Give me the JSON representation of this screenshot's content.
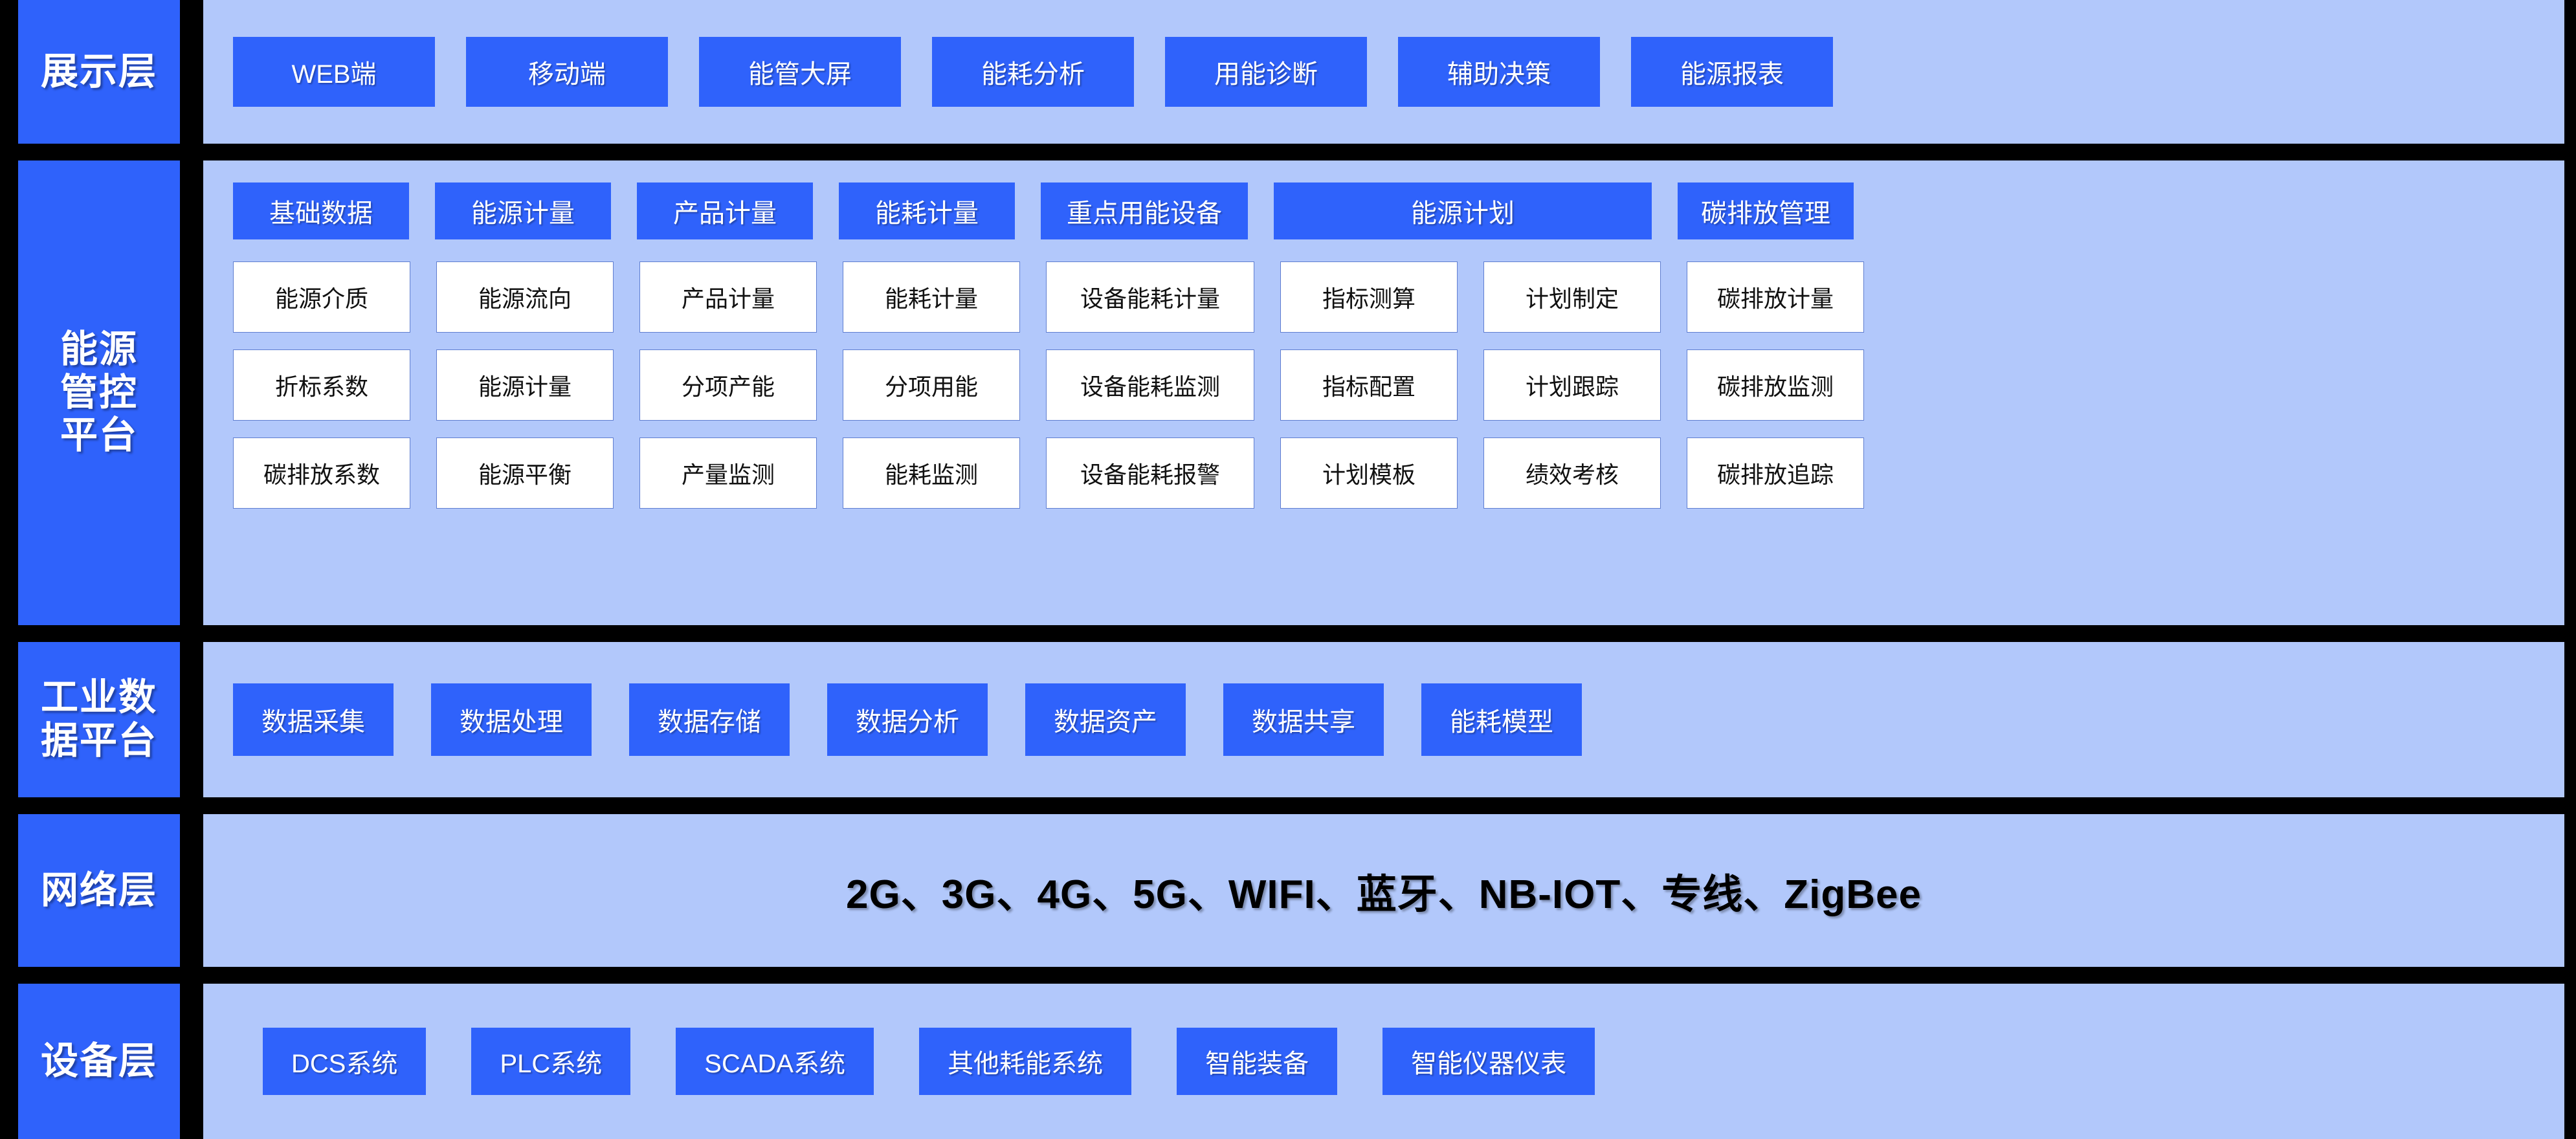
{
  "layers": {
    "presentation": {
      "label": "展示层",
      "items": [
        {
          "label": "WEB端"
        },
        {
          "label": "移动端"
        },
        {
          "label": "能管大屏"
        },
        {
          "label": "能耗分析"
        },
        {
          "label": "用能诊断"
        },
        {
          "label": "辅助决策"
        },
        {
          "label": "能源报表"
        }
      ]
    },
    "energy": {
      "label": "能源\n管控\n平台",
      "label_lines": [
        "能源",
        "管控",
        "平台"
      ],
      "headers": [
        {
          "label": "基础数据"
        },
        {
          "label": "能源计量"
        },
        {
          "label": "产品计量"
        },
        {
          "label": "能耗计量"
        },
        {
          "label": "重点用能设备"
        },
        {
          "label": "能源计划"
        },
        {
          "label": "碳排放管理"
        }
      ],
      "columns": [
        {
          "header": "基础数据",
          "cells": [
            "能源介质",
            "折标系数",
            "碳排放系数"
          ]
        },
        {
          "header": "能源计量",
          "cells": [
            "能源流向",
            "能源计量",
            "能源平衡"
          ]
        },
        {
          "header": "产品计量",
          "cells": [
            "产品计量",
            "分项产能",
            "产量监测"
          ]
        },
        {
          "header": "能耗计量",
          "cells": [
            "能耗计量",
            "分项用能",
            "能耗监测"
          ]
        },
        {
          "header": "重点用能设备",
          "cells": [
            "设备能耗计量",
            "设备能耗监测",
            "设备能耗报警"
          ]
        },
        {
          "header": "能源计划",
          "cells": [
            "指标测算",
            "指标配置",
            "计划模板"
          ]
        },
        {
          "header": "能源计划",
          "cells": [
            "计划制定",
            "计划跟踪",
            "绩效考核"
          ]
        },
        {
          "header": "碳排放管理",
          "cells": [
            "碳排放计量",
            "碳排放监测",
            "碳排放追踪"
          ]
        }
      ]
    },
    "industrial": {
      "label": "工业数\n据平台",
      "label_lines": [
        "工业数",
        "据平台"
      ],
      "items": [
        {
          "label": "数据采集"
        },
        {
          "label": "数据处理"
        },
        {
          "label": "数据存储"
        },
        {
          "label": "数据分析"
        },
        {
          "label": "数据资产"
        },
        {
          "label": "数据共享"
        },
        {
          "label": "能耗模型"
        }
      ]
    },
    "network": {
      "label": "网络层",
      "text": "2G、3G、4G、5G、WIFI、蓝牙、NB-IOT、专线、ZigBee"
    },
    "device": {
      "label": "设备层",
      "items": [
        {
          "label": "DCS系统"
        },
        {
          "label": "PLC系统"
        },
        {
          "label": "SCADA系统"
        },
        {
          "label": "其他耗能系统"
        },
        {
          "label": "智能装备"
        },
        {
          "label": "智能仪器仪表"
        }
      ]
    }
  },
  "colors": {
    "accent_blue": "#2f62fb",
    "panel_blue": "#b2c8fb",
    "background": "#000000",
    "box_white": "#ffffff",
    "text_white": "#ffffff",
    "text_dark": "#111111"
  }
}
